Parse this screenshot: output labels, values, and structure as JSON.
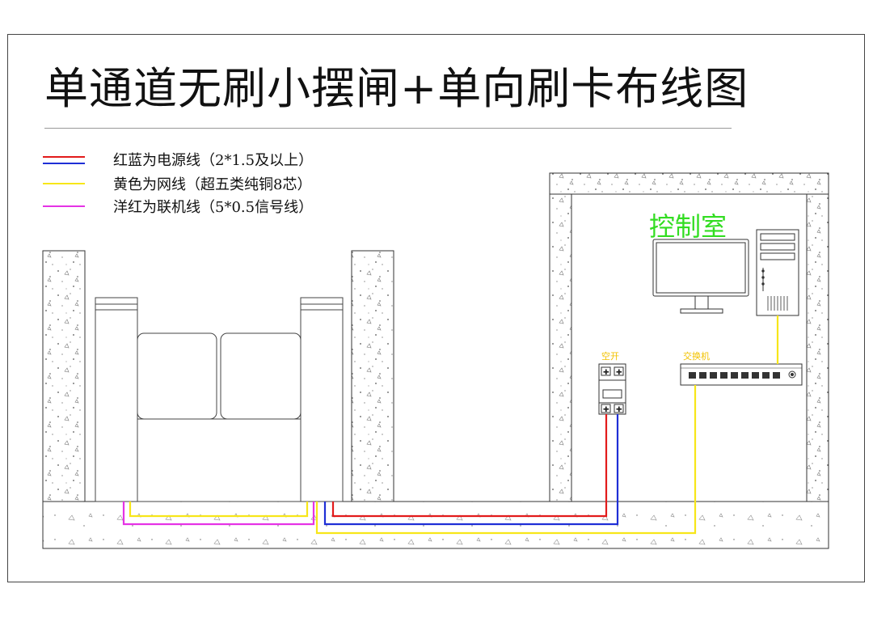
{
  "title": "单通道无刷小摆闸+单向刷卡布线图",
  "legend": [
    {
      "text": "红蓝为电源线（2*1.5及以上）",
      "colors": [
        "#e21b1b",
        "#1f2fd6"
      ]
    },
    {
      "text": "黄色为网线（超五类纯铜8芯）",
      "colors": [
        "#f7e619"
      ]
    },
    {
      "text": "洋红为联机线（5*0.5信号线）",
      "colors": [
        "#e533e5"
      ]
    }
  ],
  "labels": {
    "control_room": "控制室",
    "breaker": "空开",
    "switch": "交换机"
  },
  "wire_colors": {
    "red": "#e21b1b",
    "blue": "#1f2fd6",
    "yellow": "#f7e619",
    "magenta": "#e533e5"
  },
  "icons": [
    "monitor-icon",
    "pc-tower-icon",
    "network-switch-icon",
    "circuit-breaker-icon",
    "swing-gate-icon"
  ]
}
